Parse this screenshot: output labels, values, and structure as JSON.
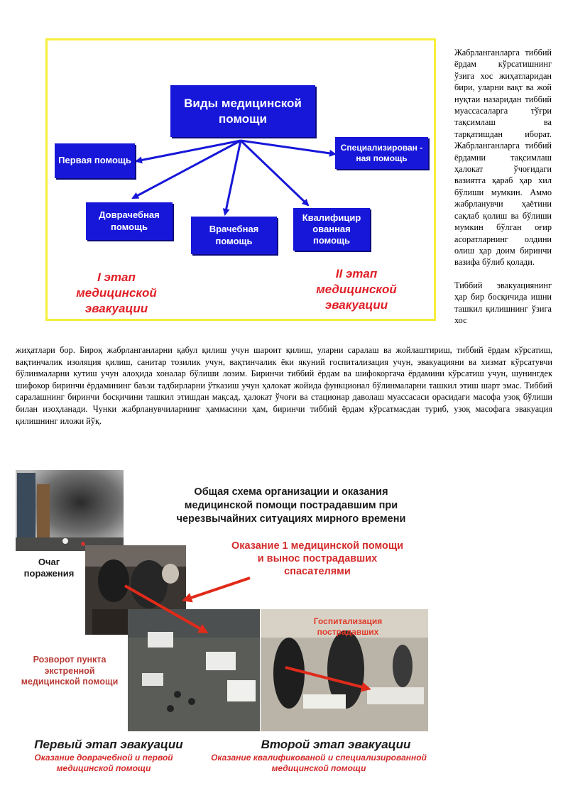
{
  "figure1": {
    "title": "Виды медицинской помощи",
    "boxes": {
      "first": "Первая помощь",
      "special": "Специализирован - ная помощь",
      "prehospital": "Доврачебная помощь",
      "doctor": "Врачебная помощь",
      "qualified": "Квалифицир ованная помощь"
    },
    "stage1": "I этап медицинской эвакуации",
    "stage2": "II этап медицинской эвакуации",
    "colors": {
      "box": "#1717d9",
      "frame": "#f5ee3a",
      "stage": "#e01f26"
    }
  },
  "side_text": {
    "p1": "Жабрланганларга тиббий ёрдам кўрсатишнинг ўзига хос жиҳатларидан бири, уларни вақт ва жой нуқтаи назаридан тиббий муассасаларга тўғри тақсимлаш ва тарқатишдан иборат. Жабрланганларга тиббий ёрдамни тақсимлаш ҳалокат ўчоғидаги вазиятга қараб ҳар хил бўлиши мумкин. Аммо жабрланувчи ҳаётини сақлаб қолиш ва бўлиши мумкин бўлган оғир асоратларнинг олдини олиш ҳар доим биринчи вазифа бўлиб қолади.",
    "p2": "Тиббий эвакуациянинг ҳар бир босқичида ишни ташкил қилишнинг ўзига хос"
  },
  "main_text": "жиҳатлари бор. Бироқ жабрланганларни қабул қилиш учун шароит қилиш, уларни саралаш ва жойлаштириш, тиббий ёрдам кўрсатиш, вақтинчалик изоляция қилиш, санитар тозилик учун, вақтинчалик ёки якуний госпитализация учун, эвакуацияни ва хизмат кўрсатувчи бўлинмаларни кутиш учун алоҳида хоналар бўлиши лозим.  Биринчи тиббий ёрдам ва шифокоргача ёрдамини кўрсатиш учун, шунингдек шифокор биринчи ёрдамининг баъзи тадбирларни ўтказиш учун ҳалокат жойида функционал бўлинмаларни ташкил этиш шарт эмас.     Тиббий саралашнинг биринчи босқичини ташкил этишдан мақсад, ҳалокат ўчоғи ва стационар даволаш муассасаси орасидаги  масофа узоқ бўлиши билан изоҳланади. Чунки жабрланувчиларнинг ҳаммасини ҳам, биринчи тиббий ёрдам кўрсатмасдан туриб, узоқ  масофага эвакуация қилишнинг иложи йўқ.",
  "figure2": {
    "title": "Общая схема организации и оказания медицинской помощи пострадавшим при черезвычайних ситуациях мирного времени",
    "lesion": "Очаг поражения",
    "first_aid": "Оказание 1 медицинской помощи и вынос пострадавших спасателями",
    "point": "Розворот пункта экстренной медицинской помощи",
    "hospital": "Госпитализация пострадавших",
    "stage1_title": "Первый этап эвакуации",
    "stage1_sub": "Оказание доврачебной и первой медицинской помощи",
    "stage2_title": "Второй этап эвакуации",
    "stage2_sub": "Оказание квалификованой и специализированной медицинской помощи",
    "colors": {
      "red": "#d42a2a",
      "dark": "#1a1a1a",
      "arrow": "#e02a1a"
    }
  }
}
